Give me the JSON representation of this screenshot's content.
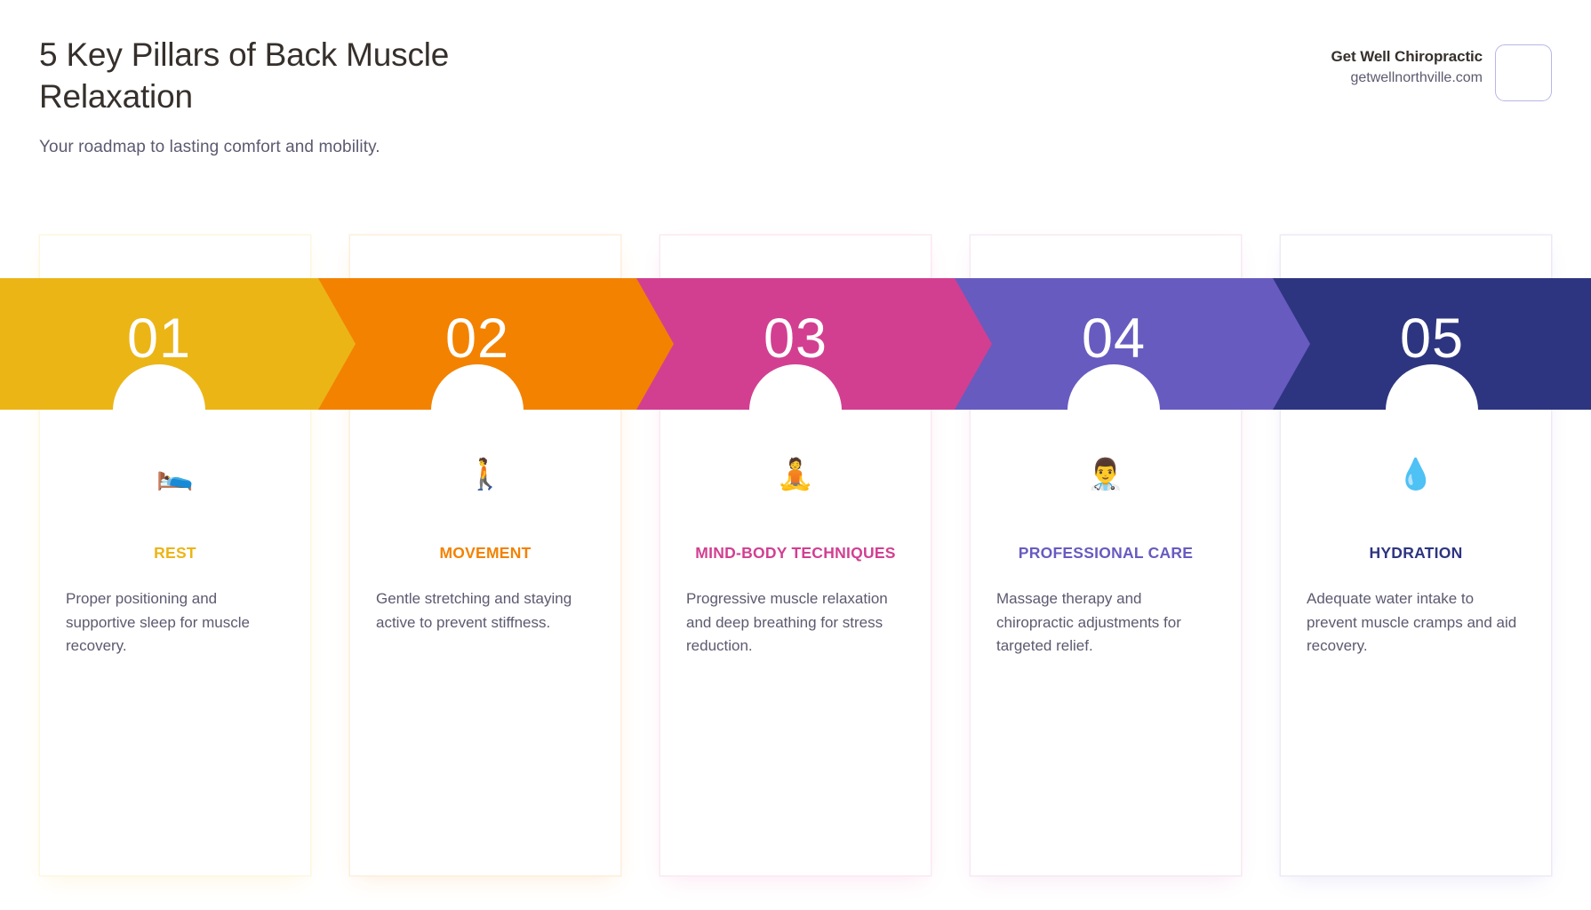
{
  "header": {
    "title": "5 Key Pillars of Back Muscle Relaxation",
    "subtitle": "Your roadmap to lasting comfort and mobility.",
    "brand_name": "Get Well Chiropractic",
    "brand_url": "getwellnorthville.com",
    "logo_icon": "logo-placeholder"
  },
  "colors": {
    "step1": "#EBB516",
    "step2": "#F38200",
    "step3": "#D23F91",
    "step4": "#675BC0",
    "step5": "#2E3580",
    "title_text": "#36302c",
    "body_text": "#5c5a70"
  },
  "steps": [
    {
      "number": "01",
      "title": "REST",
      "emoji": "🛌",
      "emoji_name": "person-in-bed-icon",
      "description": "Proper positioning and supportive sleep for muscle recovery.",
      "color": "#EBB516",
      "tint": "#FDF6E0"
    },
    {
      "number": "02",
      "title": "MOVEMENT",
      "emoji": "🚶",
      "emoji_name": "person-walking-icon",
      "description": "Gentle stretching and staying active to prevent stiffness.",
      "color": "#F38200",
      "tint": "#FDEEDC"
    },
    {
      "number": "03",
      "title": "MIND-BODY TECHNIQUES",
      "emoji": "🧘",
      "emoji_name": "person-in-lotus-position-icon",
      "description": "Progressive muscle relaxation and deep breathing for stress reduction.",
      "color": "#D23F91",
      "tint": "#FBE8F2"
    },
    {
      "number": "04",
      "title": "PROFESSIONAL CARE",
      "emoji": "👨‍⚕️",
      "emoji_name": "health-worker-icon",
      "description": "Massage therapy and chiropractic adjustments for targeted relief.",
      "color": "#675BC0",
      "tint": "#F7E9F3"
    },
    {
      "number": "05",
      "title": "HYDRATION",
      "emoji": "💧",
      "emoji_name": "droplet-icon",
      "description": "Adequate water intake to prevent muscle cramps and aid recovery.",
      "color": "#2E3580",
      "tint": "#EDEAF7"
    }
  ]
}
